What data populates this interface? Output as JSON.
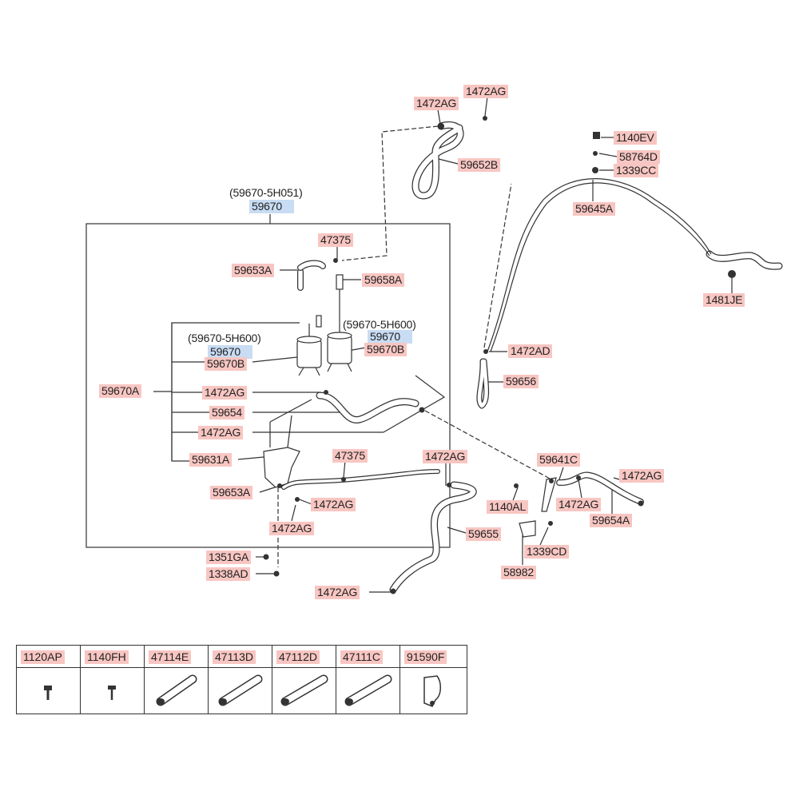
{
  "assembly": {
    "main_ref": "(59670-5H051)",
    "main_code": "59670",
    "left_ref": "(59670-5H600)",
    "left_code": "59670",
    "right_ref": "(59670-5H600)",
    "right_code": "59670"
  },
  "parts": {
    "p1472AG_top_left": "1472AG",
    "p1472AG_top_right": "1472AG",
    "p59652B": "59652B",
    "p1140EV": "1140EV",
    "p58764D": "58764D",
    "p1339CC": "1339CC",
    "p59645A": "59645A",
    "p1481JE": "1481JE",
    "p47375_top": "47375",
    "p59653A_top": "59653A",
    "p59658A": "59658A",
    "p59670B_left": "59670B",
    "p59670B_right": "59670B",
    "p1472AD": "1472AD",
    "p59656": "59656",
    "p59670A": "59670A",
    "p1472AG_box1": "1472AG",
    "p59654": "59654",
    "p1472AG_box2": "1472AG",
    "p59631A": "59631A",
    "p47375_mid": "47375",
    "p1472AG_mid": "1472AG",
    "p59653A_mid": "59653A",
    "p1472AG_low1": "1472AG",
    "p1472AG_low2": "1472AG",
    "p59655": "59655",
    "p59641C": "59641C",
    "p1472AG_right1": "1472AG",
    "p1140AL": "1140AL",
    "p1472AG_right2": "1472AG",
    "p59654A": "59654A",
    "p1339CD": "1339CD",
    "p58982": "58982",
    "p1351GA": "1351GA",
    "p1338AD": "1338AD",
    "p1472AG_bottom": "1472AG"
  },
  "legend": [
    {
      "code": "1120AP",
      "icon": "bolt-icon"
    },
    {
      "code": "1140FH",
      "icon": "screw-icon"
    },
    {
      "code": "47114E",
      "icon": "hose-icon"
    },
    {
      "code": "47113D",
      "icon": "hose-icon"
    },
    {
      "code": "47112D",
      "icon": "hose-icon"
    },
    {
      "code": "47111C",
      "icon": "hose-icon"
    },
    {
      "code": "91590F",
      "icon": "clip-icon"
    }
  ],
  "colors": {
    "part_label_bg": "#f8c6c2",
    "assembly_label_bg": "#c8dcf3",
    "line": "#333333"
  }
}
